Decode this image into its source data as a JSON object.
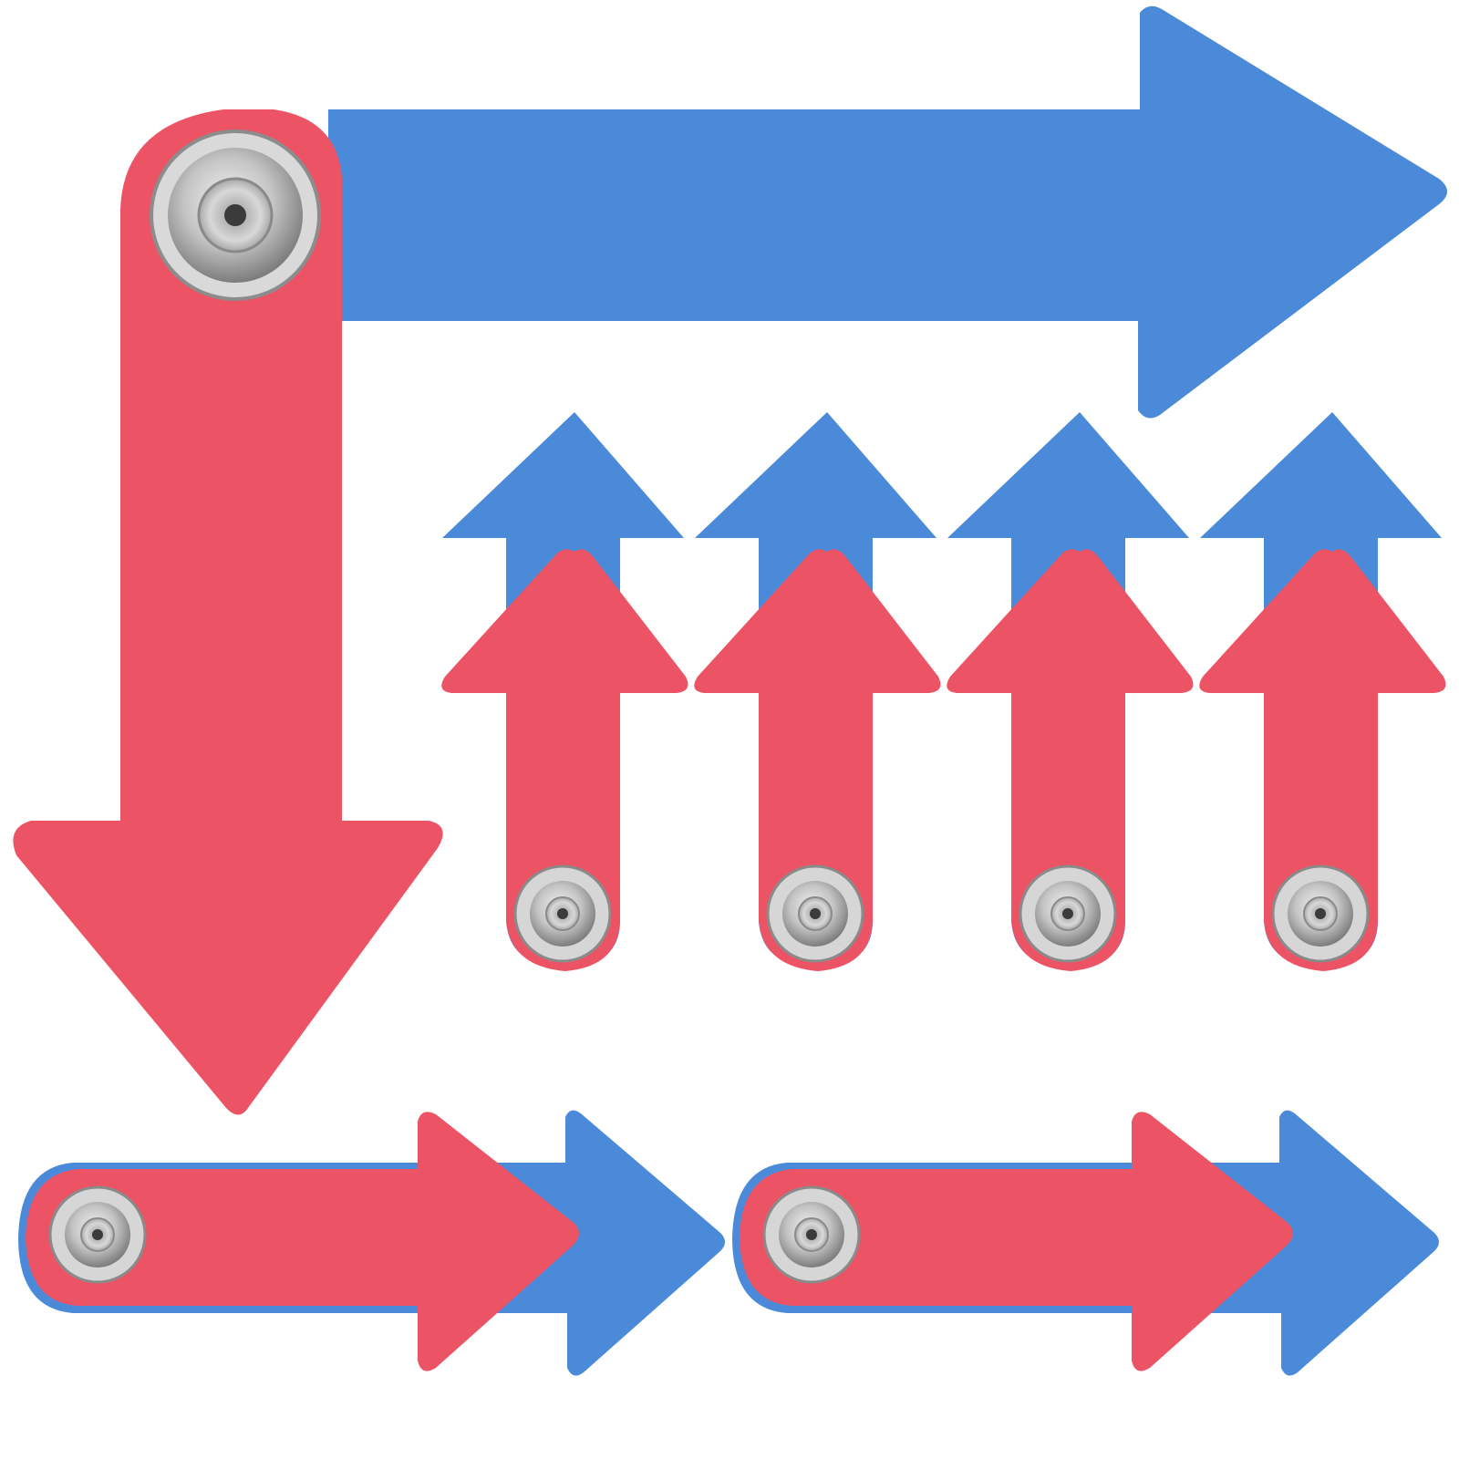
{
  "colors": {
    "background": "#ffffff",
    "blue": "#4a8ad8",
    "blue_dark": "#3d78c4",
    "red": "#ec5466",
    "red_dark": "#d6465a",
    "rivet": "#c9c9c9",
    "rivet_dark": "#8a8a8a",
    "rivet_hole": "#3b3b3b"
  },
  "subject": {
    "large_pointer": {
      "red_direction": "down",
      "blue_direction": "right",
      "has_rivet": true
    },
    "small_pointers": [
      {
        "red_direction": "up",
        "blue_direction": "up",
        "has_rivet": true
      },
      {
        "red_direction": "up",
        "blue_direction": "up",
        "has_rivet": true
      },
      {
        "red_direction": "up",
        "blue_direction": "up",
        "has_rivet": true
      },
      {
        "red_direction": "up",
        "blue_direction": "up",
        "has_rivet": true
      },
      {
        "red_direction": "right",
        "blue_direction": "right",
        "has_rivet": true
      },
      {
        "red_direction": "right",
        "blue_direction": "right",
        "has_rivet": true
      }
    ]
  }
}
